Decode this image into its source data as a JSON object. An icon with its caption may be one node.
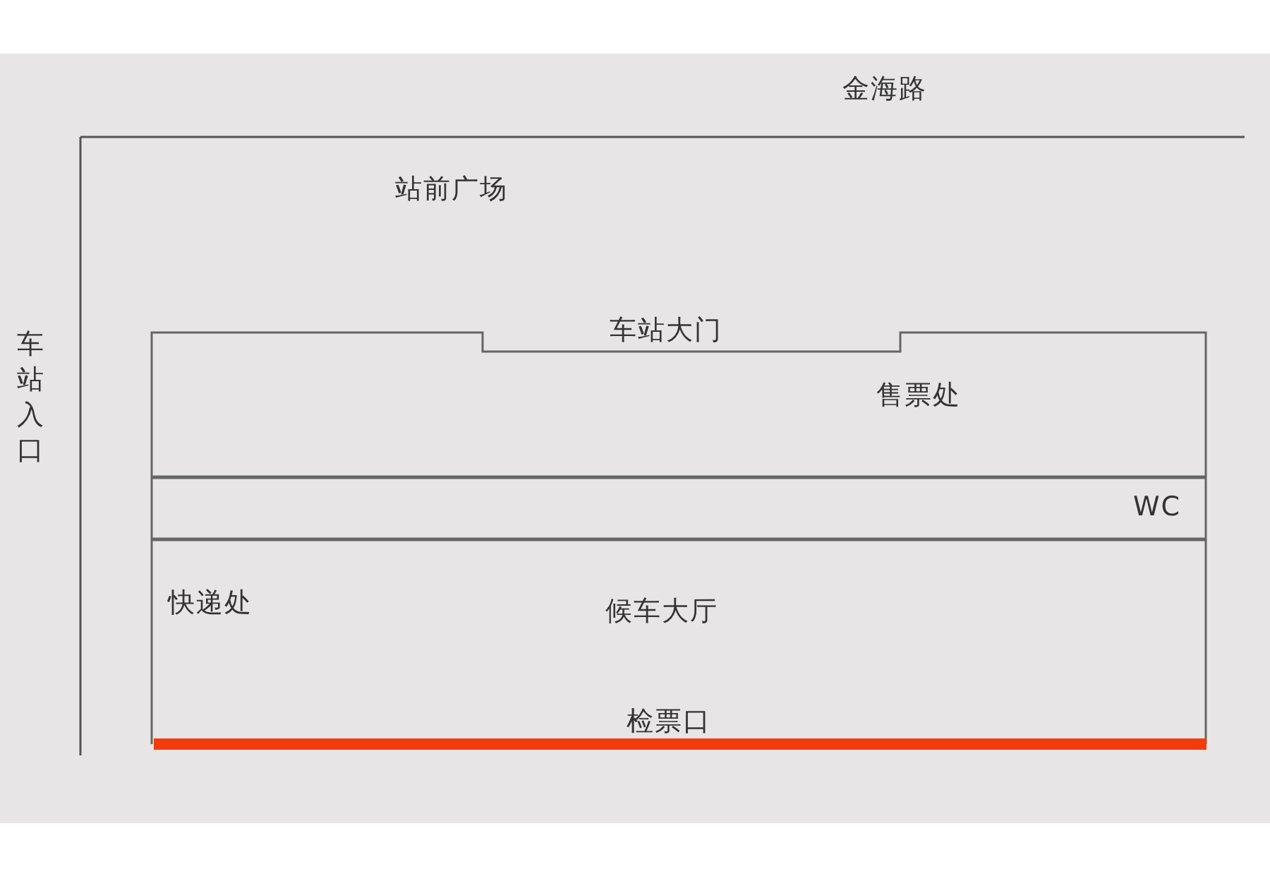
{
  "diagram": {
    "nodes": [
      {
        "text": [
          "售票处"
        ]
      },
      {
        "text": [
          "WC"
        ]
      },
      {
        "text": [
          "快递处",
          "候车大厅"
        ]
      }
    ],
    "labels": [
      "金海路",
      "站前广场",
      "车站入口",
      "车站大门",
      "检票口"
    ]
  }
}
